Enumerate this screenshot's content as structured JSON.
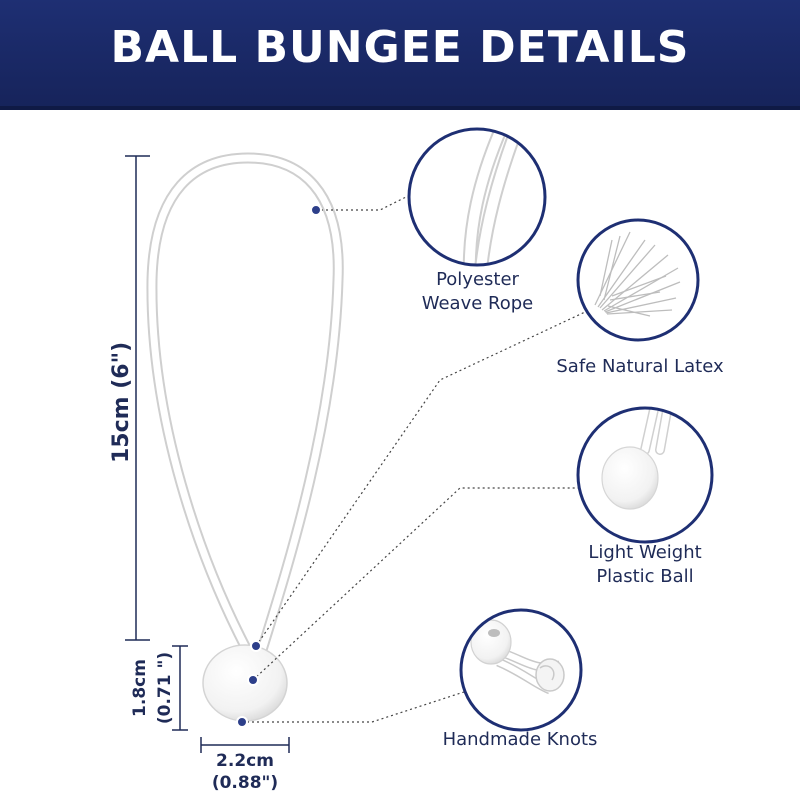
{
  "header": {
    "title": "BALL BUNGEE DETAILS"
  },
  "colors": {
    "navy": "#1e2f73",
    "line": "#1f2b57",
    "accent": "#2d3f8a"
  },
  "dimensions": {
    "length": "15cm (6\")",
    "ball_height_cm": "1.8cm",
    "ball_height_in": "(0.71 \")",
    "ball_width_cm": "2.2cm",
    "ball_width_in": "(0.88\")"
  },
  "features": [
    {
      "line1": "Polyester",
      "line2": "Weave Rope",
      "icon": "rope-detail"
    },
    {
      "line1": "Safe Natural Latex",
      "icon": "latex-strands"
    },
    {
      "line1": "Light Weight",
      "line2": "Plastic Ball",
      "icon": "plastic-ball"
    },
    {
      "line1": "Handmade Knots",
      "icon": "knot-detail"
    }
  ]
}
